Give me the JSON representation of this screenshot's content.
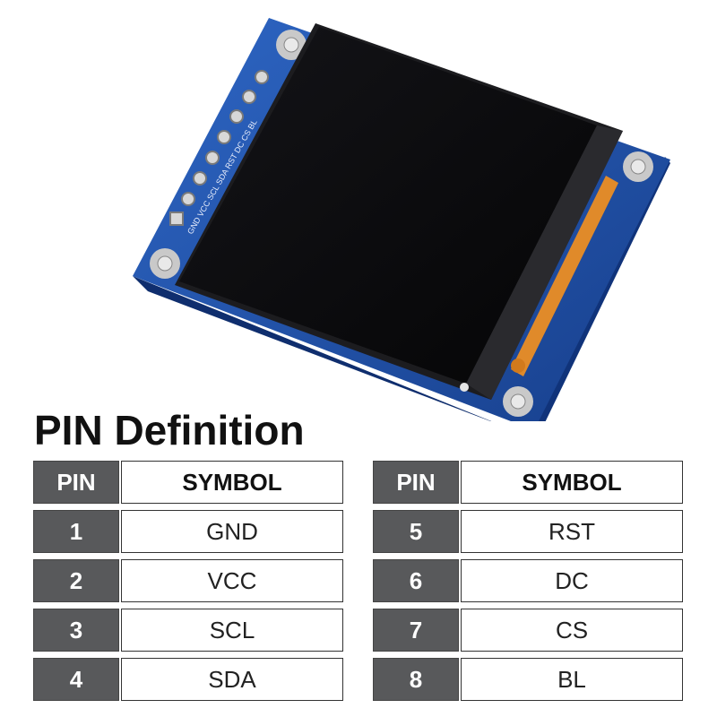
{
  "title": "PIN Definition",
  "board": {
    "pin_silk": "GND VCC SCL SDA RST DC CS BL",
    "colors": {
      "pcb": "#1b4fa8",
      "screen": "#0b0b0d",
      "flex_cable": "#e08a2a",
      "header_cell": "#58595b"
    }
  },
  "tables": [
    {
      "header": {
        "pin": "PIN",
        "symbol": "SYMBOL"
      },
      "rows": [
        {
          "pin": "1",
          "symbol": "GND"
        },
        {
          "pin": "2",
          "symbol": "VCC"
        },
        {
          "pin": "3",
          "symbol": "SCL"
        },
        {
          "pin": "4",
          "symbol": "SDA"
        }
      ]
    },
    {
      "header": {
        "pin": "PIN",
        "symbol": "SYMBOL"
      },
      "rows": [
        {
          "pin": "5",
          "symbol": "RST"
        },
        {
          "pin": "6",
          "symbol": "DC"
        },
        {
          "pin": "7",
          "symbol": "CS"
        },
        {
          "pin": "8",
          "symbol": "BL"
        }
      ]
    }
  ]
}
